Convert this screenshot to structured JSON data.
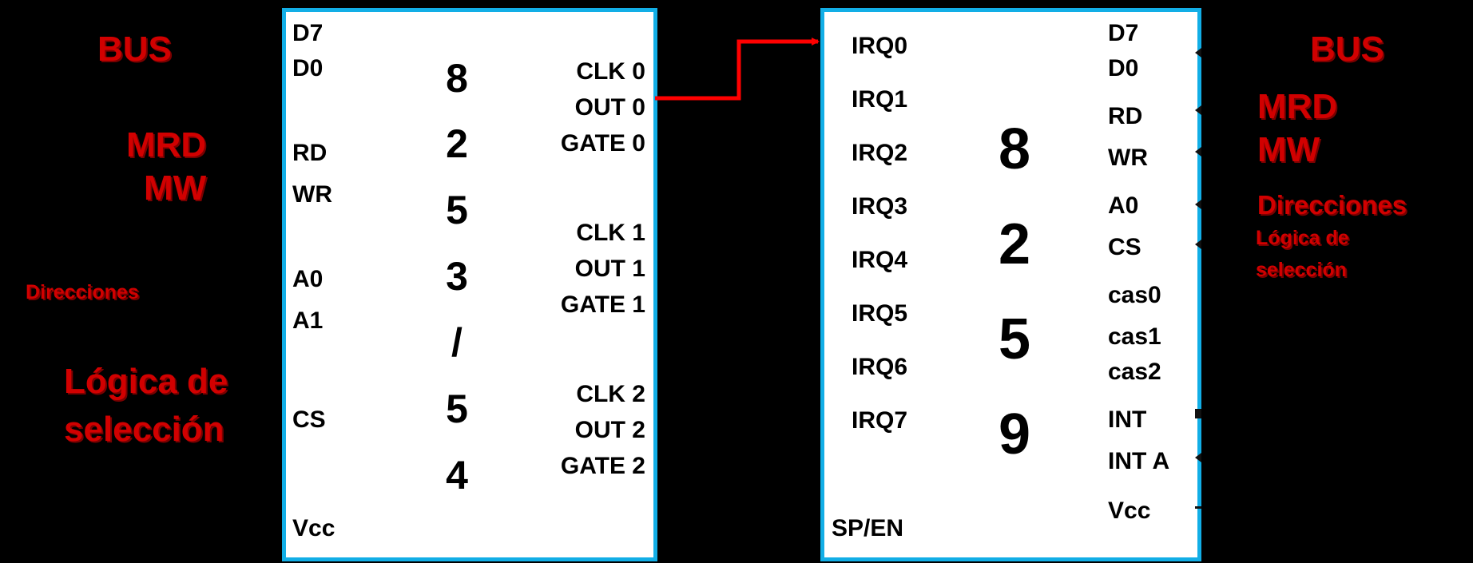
{
  "chip_8254": {
    "number_digits": [
      "8",
      "2",
      "5",
      "3",
      "/",
      "5",
      "4"
    ],
    "pins_left": [
      "D7",
      "D0",
      "RD",
      "WR",
      "A0",
      "A1",
      "CS",
      "Vcc"
    ],
    "pins_right": [
      "CLK 0",
      "OUT 0",
      "GATE 0",
      "CLK 1",
      "OUT 1",
      "GATE 1",
      "CLK 2",
      "OUT 2",
      "GATE 2"
    ]
  },
  "chip_8259": {
    "number_digits": [
      "8",
      "2",
      "5",
      "9"
    ],
    "pins_left": [
      "IRQ0",
      "IRQ1",
      "IRQ2",
      "IRQ3",
      "IRQ4",
      "IRQ5",
      "IRQ6",
      "IRQ7",
      "SP/EN"
    ],
    "pins_right": [
      "D7",
      "D0",
      "RD",
      "WR",
      "A0",
      "CS",
      "cas0",
      "cas1",
      "cas2",
      "INT",
      "INT A",
      "Vcc"
    ]
  },
  "left_labels": {
    "bus": "BUS",
    "mrd": "MRD",
    "mw": "MW",
    "direcciones": "Direcciones",
    "logica_line1": "Lógica de",
    "logica_line2": "selección"
  },
  "right_labels": {
    "bus": "BUS",
    "mrd": "MRD",
    "mw": "MW",
    "direcciones": "Direcciones",
    "logica_line1": "Lógica de",
    "logica_line2": "selección"
  },
  "colors": {
    "chip_border": "#12aee6",
    "label_red": "#d10000",
    "wire_red": "#ff0000",
    "background": "#000000"
  }
}
